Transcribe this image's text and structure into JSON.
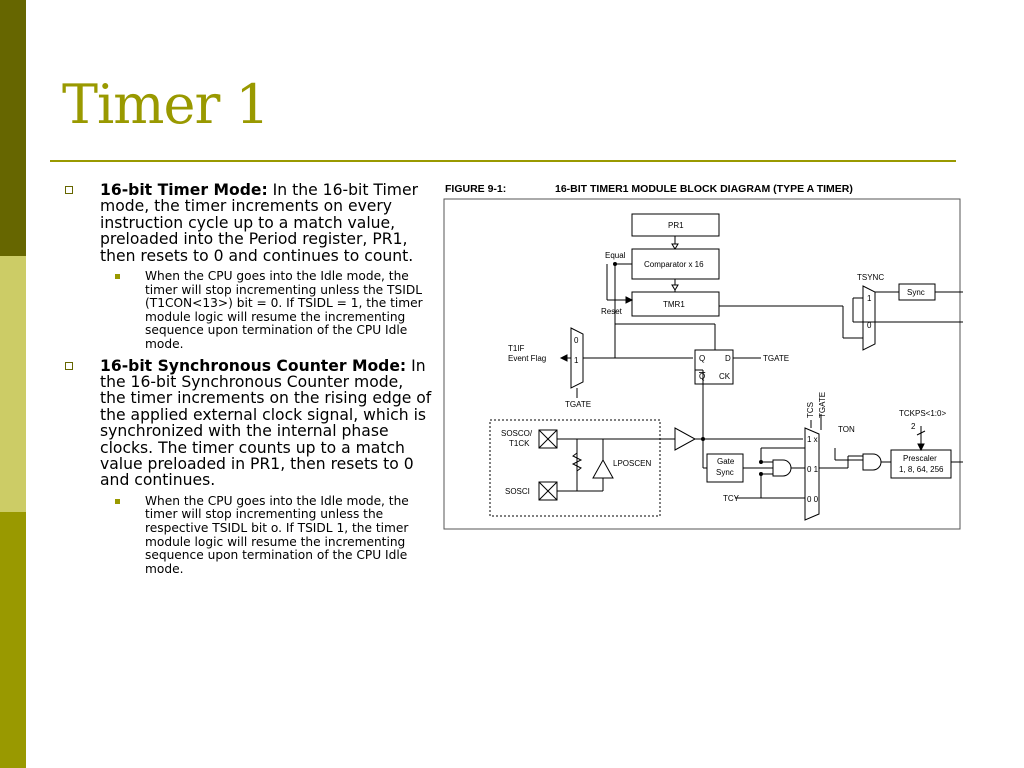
{
  "slide": {
    "title": "Timer 1",
    "bullets": [
      {
        "bold": "16-bit Timer Mode:",
        "text": " In the 16-bit Timer mode, the timer increments on every instruction cycle up to a match value, preloaded into the Period register, PR1, then resets to 0 and continues to count.",
        "sub": "When the CPU goes into the Idle mode, the timer will stop incrementing unless the TSIDL (T1CON<13>) bit = 0. If TSIDL = 1, the timer module logic will resume the incrementing sequence upon termination of the CPU Idle mode."
      },
      {
        "bold": "16-bit Synchronous Counter Mode:",
        "text": " In the 16-bit Synchronous Counter mode, the timer increments on the rising edge of the applied external clock signal, which is synchronized with the internal phase clocks. The timer counts up to a match value preloaded in PR1, then resets to 0 and continues.",
        "sub": "When the CPU goes into the Idle mode, the timer will stop incrementing unless the respective TSIDL bit o. If TSIDL 1, the timer module logic will resume the incrementing sequence upon termination of the CPU Idle mode."
      }
    ]
  },
  "figure": {
    "label": "FIGURE 9-1:",
    "title": "16-BIT TIMER1 MODULE BLOCK DIAGRAM (TYPE A TIMER)",
    "blocks": {
      "pr1": "PR1",
      "comparator": "Comparator x 16",
      "tmr1": "TMR1",
      "sync": "Sync",
      "gate_sync_1": "Gate",
      "gate_sync_2": "Sync",
      "prescaler_1": "Prescaler",
      "prescaler_2": "1, 8, 64, 256"
    },
    "signals": {
      "equal": "Equal",
      "reset": "Reset",
      "tsync": "TSYNC",
      "t1if_1": "T1IF",
      "t1if_2": "Event Flag",
      "tgate_bottom": "TGATE",
      "tgate_ff": "TGATE",
      "ff_q": "Q",
      "ff_d": "D",
      "ff_qbar": "Q",
      "ff_ck": "CK",
      "tcs": "TCS",
      "tgate_vert": "TGATE",
      "ton": "TON",
      "tckps": "TCKPS<1:0>",
      "tckps_width": "2",
      "sosco_1": "SOSCO/",
      "sosco_2": "T1CK",
      "sosci": "SOSCI",
      "lposcen": "LPOSCEN",
      "tcy": "TCY",
      "mux_tsync_1": "1",
      "mux_tsync_0": "0",
      "mux_flag_0": "0",
      "mux_flag_1": "1",
      "mux_big_1x": "1 x",
      "mux_big_01": "0 1",
      "mux_big_00": "0 0"
    }
  }
}
